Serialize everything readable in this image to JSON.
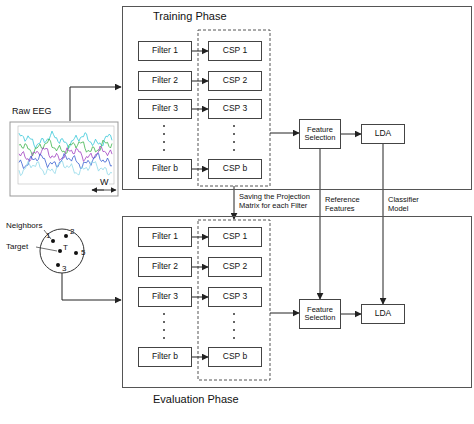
{
  "diagram": {
    "nodes": [
      {
        "text": [
          "Training Phase"
        ]
      },
      {
        "text": [
          "Filter 1"
        ],
        "in": 0
      },
      {
        "text": [
          "Filter 2"
        ],
        "in": 0
      },
      {
        "text": [
          "Filter 3"
        ],
        "in": 0
      },
      {
        "text": [
          "Filter b"
        ],
        "in": 0
      },
      {
        "text": [
          "CSP 1"
        ],
        "in": 0
      },
      {
        "text": [
          "CSP 2"
        ],
        "in": 0
      },
      {
        "text": [
          "CSP 3"
        ],
        "in": 0
      },
      {
        "text": [
          "CSP b"
        ],
        "in": 0
      },
      {
        "text": [
          "Feature Selection"
        ],
        "in": 0
      },
      {
        "text": [
          "LDA"
        ],
        "in": 0
      },
      {
        "text": [
          "Evaluation Phase"
        ]
      },
      {
        "text": [
          "Filter 1"
        ],
        "in": 11
      },
      {
        "text": [
          "Filter 2"
        ],
        "in": 11
      },
      {
        "text": [
          "Filter 3"
        ],
        "in": 11
      },
      {
        "text": [
          "Filter b"
        ],
        "in": 11
      },
      {
        "text": [
          "CSP 1"
        ],
        "in": 11
      },
      {
        "text": [
          "CSP 2"
        ],
        "in": 11
      },
      {
        "text": [
          "CSP 3"
        ],
        "in": 11
      },
      {
        "text": [
          "CSP b"
        ],
        "in": 11
      },
      {
        "text": [
          "Feature Selection"
        ],
        "in": 11
      },
      {
        "text": [
          "LDA"
        ],
        "in": 11
      }
    ],
    "edges": [
      {
        "from": 1,
        "to": 5,
        "arrow": "to"
      },
      {
        "from": 2,
        "to": 6,
        "arrow": "to"
      },
      {
        "from": 3,
        "to": 7,
        "arrow": "to"
      },
      {
        "from": 4,
        "to": 8,
        "arrow": "to"
      },
      {
        "from": 9,
        "to": 10,
        "arrow": "to"
      },
      {
        "from": 12,
        "to": 16,
        "arrow": "to"
      },
      {
        "from": 13,
        "to": 17,
        "arrow": "to"
      },
      {
        "from": 14,
        "to": 18,
        "arrow": "to"
      },
      {
        "from": 15,
        "to": 19,
        "arrow": "to"
      },
      {
        "from": 20,
        "to": 21,
        "arrow": "to"
      },
      {
        "from": 9,
        "to": 20,
        "label": "Reference Features",
        "arrow": "to"
      },
      {
        "from": 10,
        "to": 21,
        "label": "Classifier Model",
        "arrow": "to"
      }
    ],
    "labels": [
      "Raw EEG",
      "W",
      "Neighbors",
      "Target",
      "1",
      "2",
      "T",
      "5",
      "3",
      "Saving the Projection Matrix for each Filter"
    ]
  }
}
